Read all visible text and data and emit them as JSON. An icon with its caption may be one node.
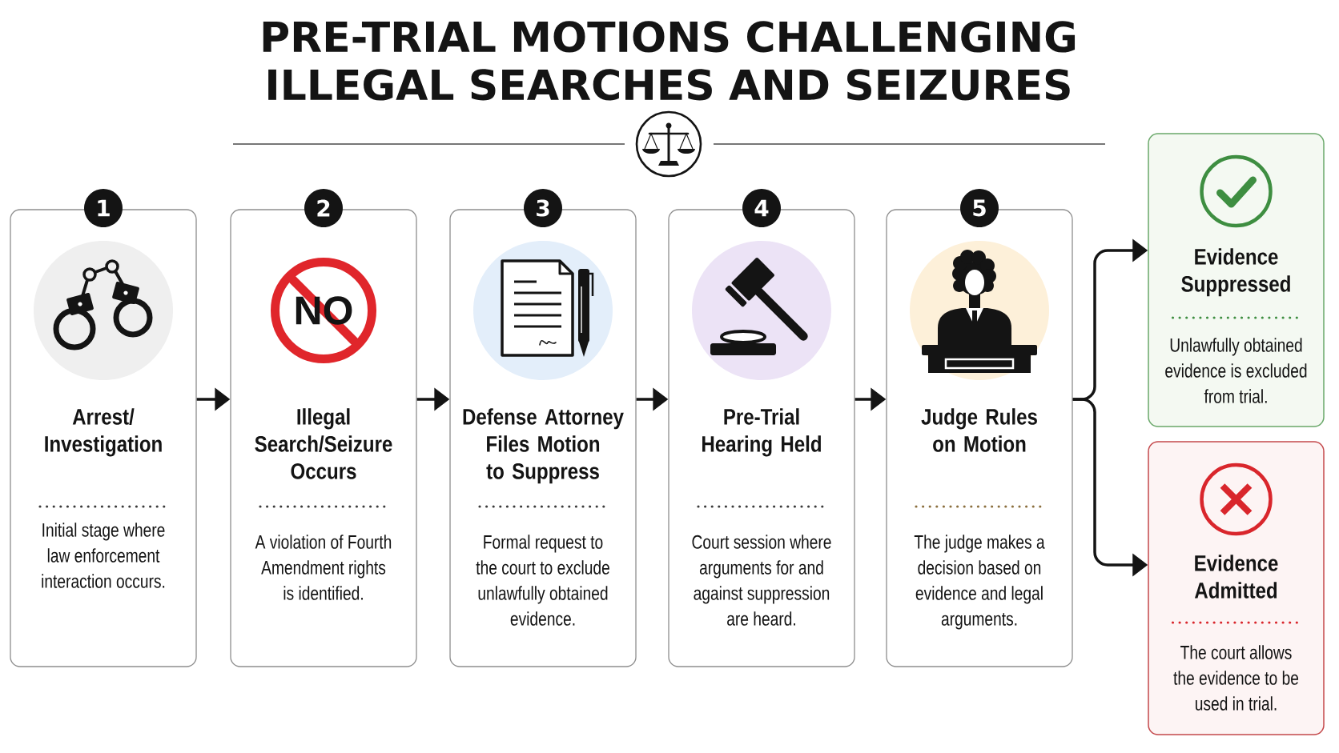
{
  "diagram": {
    "title": "PRE-TRIAL MOTIONS CHALLENGING ILLEGAL SEARCHES AND SEIZURES",
    "nodes": [
      {
        "text": [
          "1"
        ]
      },
      {
        "text": [
          "Arrest/ Investigation",
          "Initial stage where law enforcement interaction occurs."
        ]
      },
      {
        "text": [
          "2"
        ]
      },
      {
        "text": [
          "Illegal Search/Seizure Occurs",
          "A violation of Fourth Amendment rights is identified."
        ]
      },
      {
        "text": [
          "NO"
        ],
        "in": 3
      },
      {
        "text": [
          "3"
        ]
      },
      {
        "text": [
          "Defense Attorney Files Motion to Suppress",
          "Formal request to the court to exclude unlawfully obtained evidence."
        ]
      },
      {
        "text": [
          "4"
        ]
      },
      {
        "text": [
          "Pre-Trial Hearing Held",
          "Court session where arguments for and against suppression are heard."
        ]
      },
      {
        "text": [
          "5"
        ]
      },
      {
        "text": [
          "Judge Rules on Motion",
          "The judge makes a decision based on evidence and legal arguments."
        ]
      },
      {
        "text": [
          "Evidence Suppressed",
          "Unlawfully obtained evidence is excluded from trial."
        ]
      },
      {
        "text": [
          "Evidence Admitted",
          "The court allows the evidence to be used in trial."
        ]
      }
    ],
    "edges": [
      {
        "from": 1,
        "to": 3,
        "arrow": "to"
      },
      {
        "from": 3,
        "to": 6,
        "arrow": "to"
      },
      {
        "from": 6,
        "to": 8,
        "arrow": "to"
      },
      {
        "from": 8,
        "to": 10,
        "arrow": "to"
      },
      {
        "from": 10,
        "to": 11,
        "arrow": "to"
      },
      {
        "from": 10,
        "to": 12,
        "arrow": "to"
      }
    ]
  }
}
